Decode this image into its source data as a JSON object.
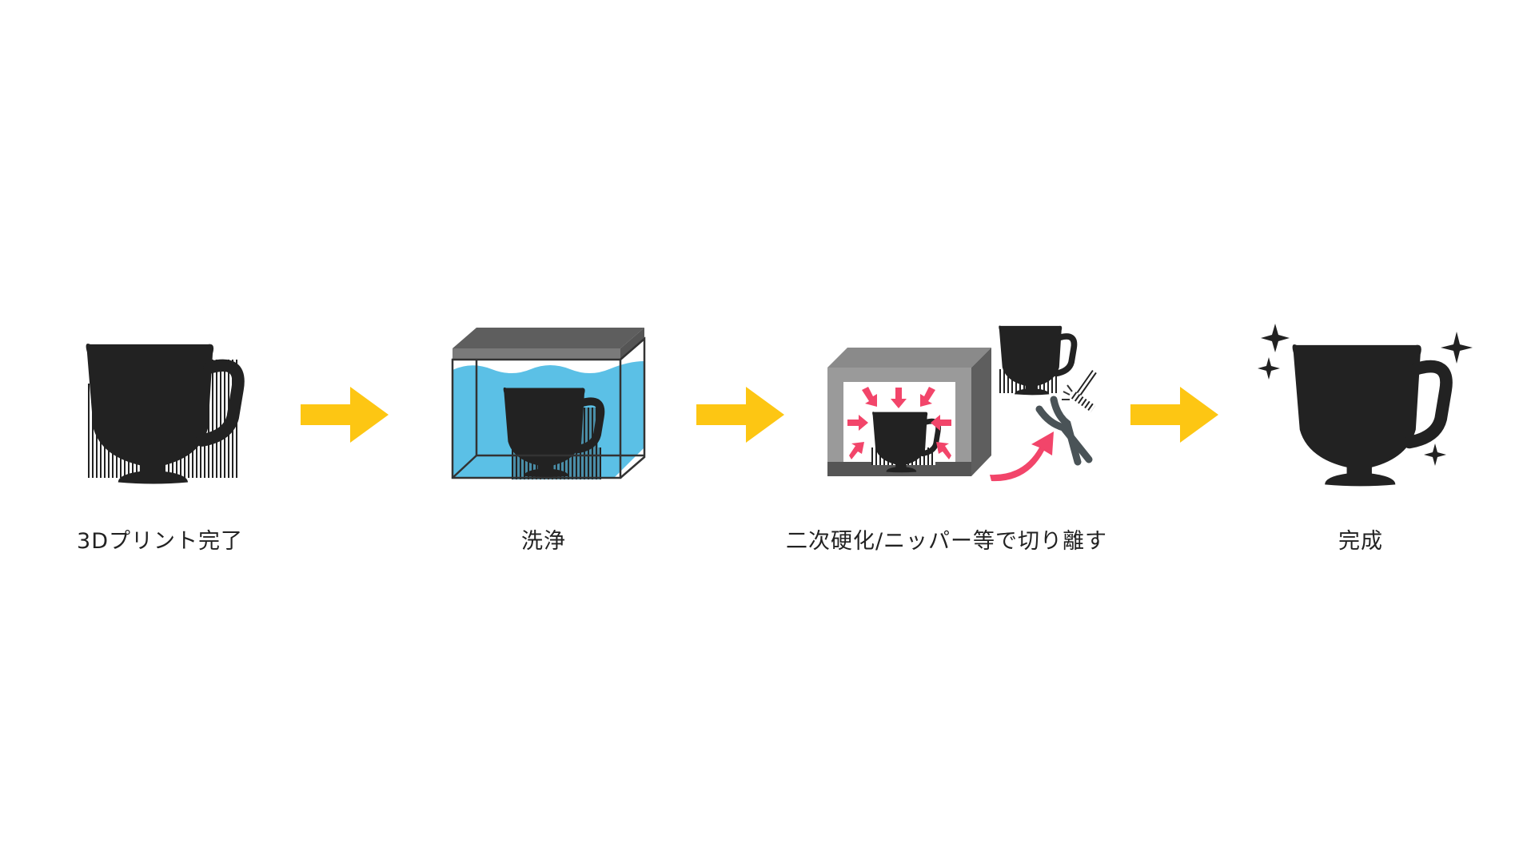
{
  "steps": [
    {
      "label": "3Dプリント完了",
      "icon": "printed-cup-with-supports"
    },
    {
      "label": "洗浄",
      "icon": "washing-tank"
    },
    {
      "label": "二次硬化/ニッパー等で切り離す",
      "icon": "curing-box-and-nippers"
    },
    {
      "label": "完成",
      "icon": "finished-cup-sparkles"
    }
  ],
  "colors": {
    "arrow": "#FDC613",
    "cup": "#222222",
    "water": "#5BC0E6",
    "cure_arrows": "#F2456A",
    "box_light": "#9A9A9A",
    "box_dark": "#5E5E5E",
    "nippers": "#4A5357"
  }
}
